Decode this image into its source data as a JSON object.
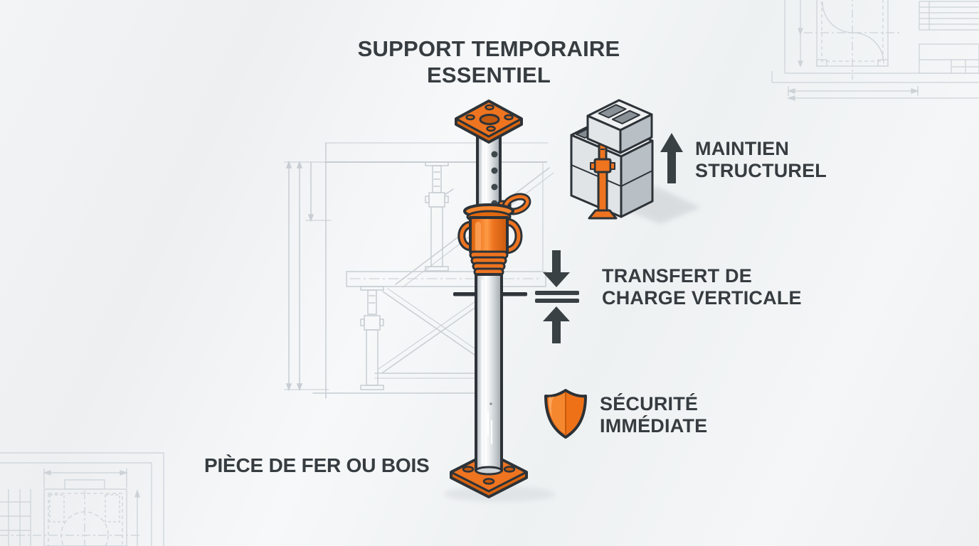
{
  "title": {
    "line1": "SUPPORT TEMPORAIRE",
    "line2": "ESSENTIEL"
  },
  "callouts": {
    "maintien": {
      "line1": "MAINTIEN",
      "line2": "STRUCTUREL",
      "icon": "up-arrow-icon"
    },
    "transfert": {
      "line1": "TRANSFERT DE",
      "line2": "CHARGE VERTICALE",
      "icon": "load-transfer-arrows-icon"
    },
    "securite": {
      "line1": "SÉCURITÉ",
      "line2": "IMMÉDIATE",
      "icon": "shield-icon"
    },
    "piece": {
      "text": "PIÈCE DE FER OU BOIS"
    }
  },
  "illustrations": {
    "main": "adjustable-steel-prop",
    "top_right_icon": "concrete-blocks-supported-by-prop",
    "background_sketches": [
      "scaffold-technical-sketch",
      "blueprint-plan-top-right",
      "blueprint-plan-bottom-left"
    ]
  },
  "colors": {
    "accent_orange": "#EE7420",
    "accent_orange_dark": "#CD5C0E",
    "accent_orange_light": "#F9953F",
    "outline_dark": "#2D3338",
    "text": "#363C40",
    "arrow": "#3A4145",
    "steel_gray": "#D8DCDE",
    "background": "#F0F2F3",
    "sketch_line": "#C7CDD2"
  }
}
